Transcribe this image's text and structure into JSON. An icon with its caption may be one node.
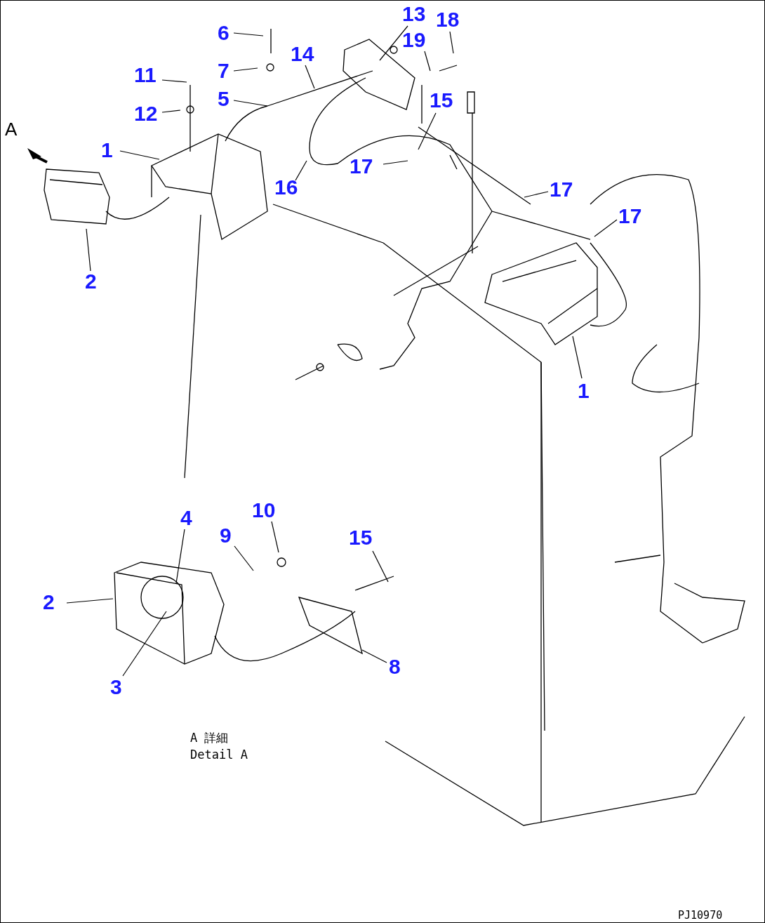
{
  "diagram": {
    "nodes": [
      {
        "text": [
          "13"
        ]
      },
      {
        "text": [
          "18"
        ]
      },
      {
        "text": [
          "6"
        ]
      },
      {
        "text": [
          "19"
        ]
      },
      {
        "text": [
          "14"
        ]
      },
      {
        "text": [
          "7"
        ]
      },
      {
        "text": [
          "11"
        ]
      },
      {
        "text": [
          "5"
        ]
      },
      {
        "text": [
          "15"
        ]
      },
      {
        "text": [
          "12"
        ]
      },
      {
        "text": [
          "1"
        ]
      },
      {
        "text": [
          "17"
        ]
      },
      {
        "text": [
          "16"
        ]
      },
      {
        "text": [
          "17"
        ]
      },
      {
        "text": [
          "17"
        ]
      },
      {
        "text": [
          "2"
        ]
      },
      {
        "text": [
          "1"
        ]
      },
      {
        "text": [
          "4"
        ]
      },
      {
        "text": [
          "10"
        ]
      },
      {
        "text": [
          "9"
        ]
      },
      {
        "text": [
          "15"
        ]
      },
      {
        "text": [
          "2"
        ]
      },
      {
        "text": [
          "3"
        ]
      },
      {
        "text": [
          "8"
        ]
      }
    ],
    "edges": [
      {
        "from": 0,
        "to": null,
        "arrow": "none"
      },
      {
        "from": 1,
        "to": null,
        "arrow": "none"
      },
      {
        "from": 2,
        "to": null,
        "arrow": "none"
      },
      {
        "from": 3,
        "to": null,
        "arrow": "none"
      },
      {
        "from": 4,
        "to": null,
        "arrow": "none"
      },
      {
        "from": 5,
        "to": null,
        "arrow": "none"
      },
      {
        "from": 6,
        "to": null,
        "arrow": "none"
      },
      {
        "from": 7,
        "to": null,
        "arrow": "none"
      },
      {
        "from": 8,
        "to": null,
        "arrow": "none"
      },
      {
        "from": 9,
        "to": null,
        "arrow": "none"
      },
      {
        "from": 10,
        "to": null,
        "arrow": "none"
      },
      {
        "from": 11,
        "to": null,
        "arrow": "none"
      },
      {
        "from": 12,
        "to": null,
        "arrow": "none"
      },
      {
        "from": 13,
        "to": null,
        "arrow": "none"
      },
      {
        "from": 14,
        "to": null,
        "arrow": "none"
      },
      {
        "from": 15,
        "to": null,
        "arrow": "none"
      },
      {
        "from": 16,
        "to": null,
        "arrow": "none"
      },
      {
        "from": 17,
        "to": null,
        "arrow": "none"
      },
      {
        "from": 18,
        "to": null,
        "arrow": "none"
      },
      {
        "from": 19,
        "to": null,
        "arrow": "none"
      },
      {
        "from": 20,
        "to": null,
        "arrow": "none"
      },
      {
        "from": 21,
        "to": null,
        "arrow": "none"
      },
      {
        "from": 22,
        "to": null,
        "arrow": "none"
      },
      {
        "from": 23,
        "to": null,
        "arrow": "none"
      }
    ],
    "labels": [
      "A",
      "A 詳細",
      "Detail A",
      "PJ10970"
    ]
  }
}
